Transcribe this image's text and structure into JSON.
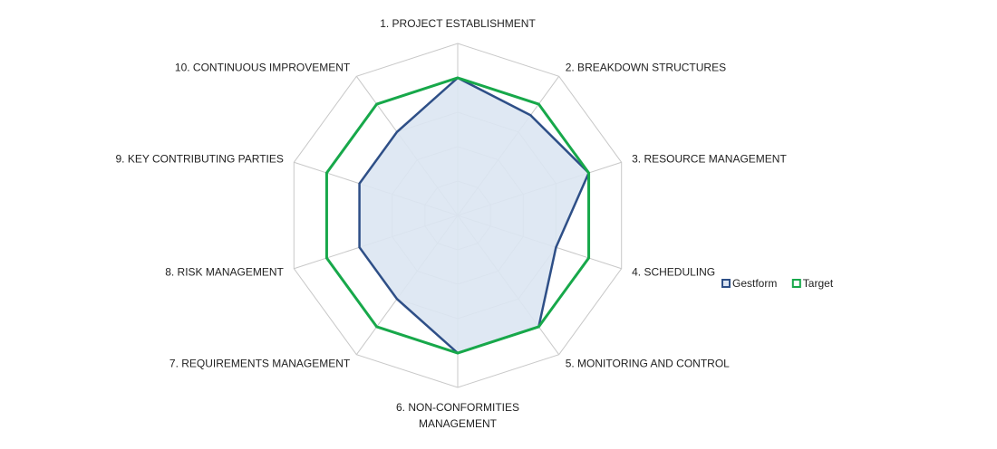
{
  "chart_data": {
    "type": "radar",
    "categories": [
      [
        "1. PROJECT ESTABLISHMENT"
      ],
      [
        "2. BREAKDOWN STRUCTURES"
      ],
      [
        "3. RESOURCE MANAGEMENT"
      ],
      [
        "4. SCHEDULING"
      ],
      [
        "5. MONITORING AND CONTROL"
      ],
      [
        "6. NON-CONFORMITIES",
        "MANAGEMENT"
      ],
      [
        "7. REQUIREMENTS MANAGEMENT"
      ],
      [
        "8. RISK MANAGEMENT"
      ],
      [
        "9. KEY CONTRIBUTING PARTIES"
      ],
      [
        "10. CONTINUOUS IMPROVEMENT"
      ]
    ],
    "rmax": 5,
    "grid_levels": [
      1,
      2,
      3,
      4,
      5
    ],
    "grid": true,
    "legend_position": "right",
    "series": [
      {
        "name": "Gestform",
        "values": [
          4,
          3.6,
          4,
          3,
          4,
          4,
          3,
          3,
          3,
          3
        ],
        "color": "#2e4f87",
        "fill": "#dce5f2"
      },
      {
        "name": "Target",
        "values": [
          4,
          4,
          4,
          4,
          4,
          4,
          4,
          4,
          4,
          4
        ],
        "color": "#17a84a",
        "fill": "none"
      }
    ]
  }
}
